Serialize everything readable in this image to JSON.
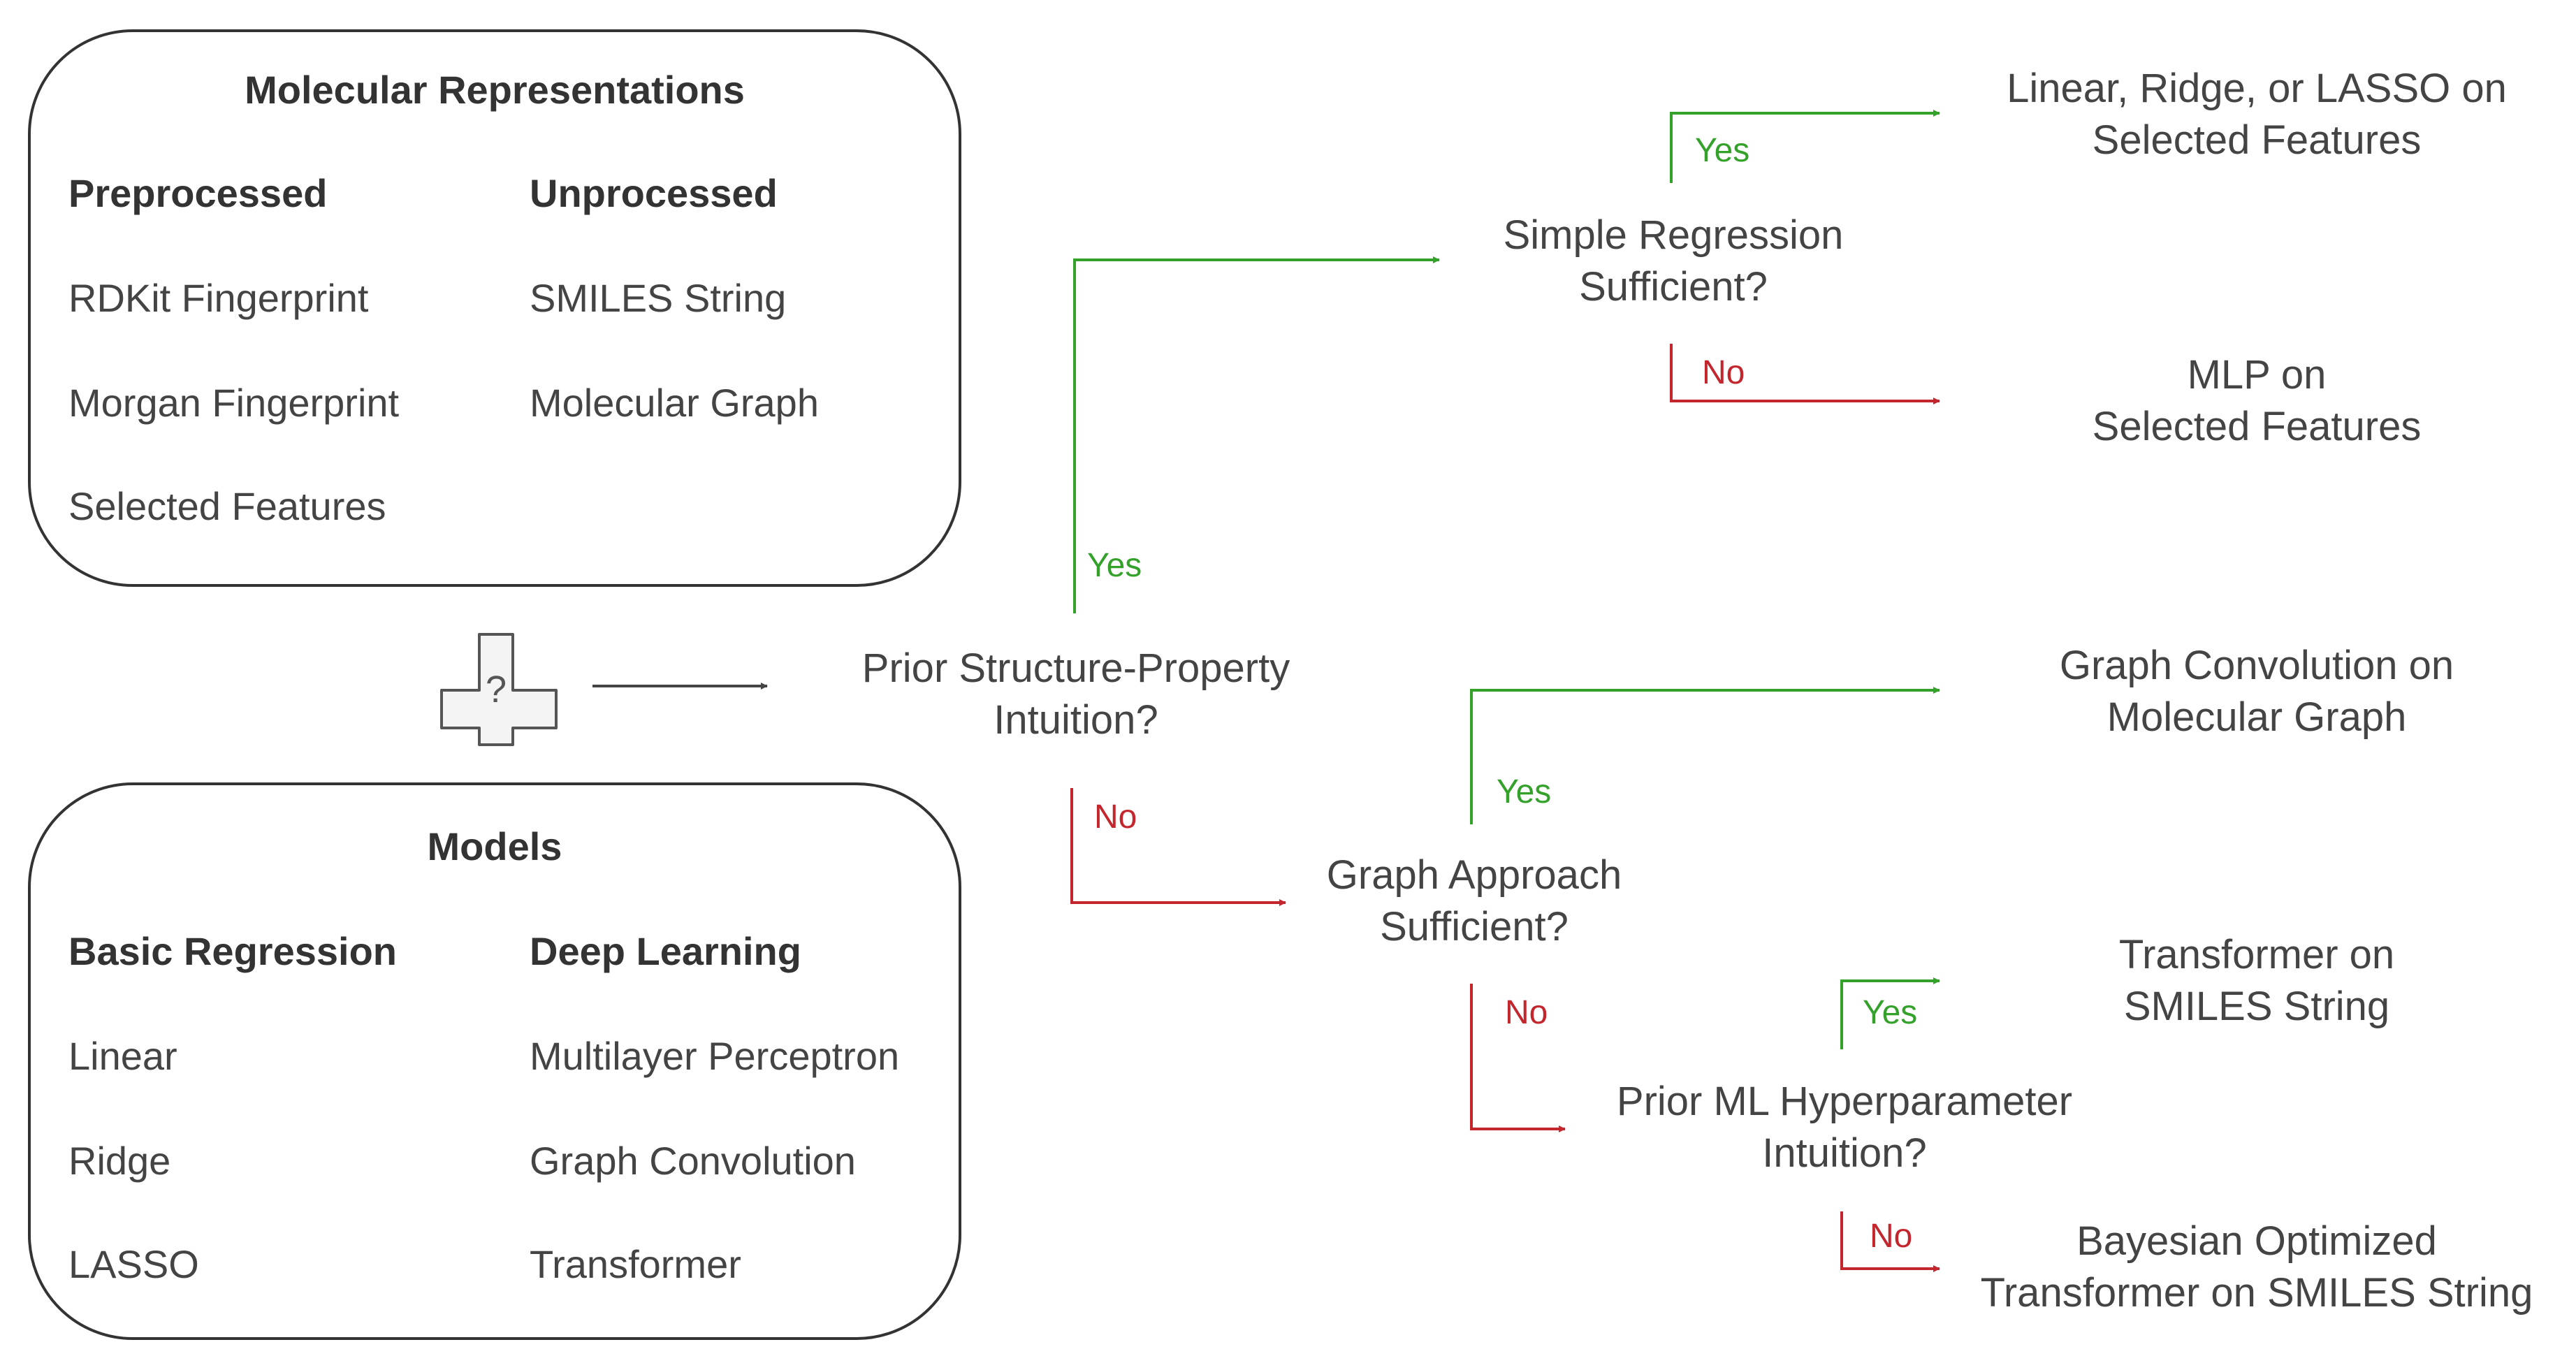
{
  "representations": {
    "title": "Molecular Representations",
    "preprocessed": {
      "heading": "Preprocessed",
      "items": [
        "RDKit Fingerprint",
        "Morgan Fingerprint",
        "Selected Features"
      ]
    },
    "unprocessed": {
      "heading": "Unprocessed",
      "items": [
        "SMILES String",
        "Molecular Graph"
      ]
    }
  },
  "models": {
    "title": "Models",
    "basic": {
      "heading": "Basic Regression",
      "items": [
        "Linear",
        "Ridge",
        "LASSO"
      ]
    },
    "deep": {
      "heading": "Deep Learning",
      "items": [
        "Multilayer Perceptron",
        "Graph Convolution",
        "Transformer"
      ]
    }
  },
  "combine_symbol": "?",
  "decisions": {
    "prior_structure": [
      "Prior Structure-Property",
      "Intuition?"
    ],
    "simple_regression": [
      "Simple Regression",
      "Sufficient?"
    ],
    "graph_approach": [
      "Graph Approach",
      "Sufficient?"
    ],
    "prior_ml": [
      "Prior ML Hyperparameter",
      "Intuition?"
    ]
  },
  "outcomes": {
    "linear": [
      "Linear, Ridge, or LASSO on",
      "Selected Features"
    ],
    "mlp": [
      "MLP on",
      "Selected Features"
    ],
    "graph_conv": [
      "Graph Convolution on",
      "Molecular Graph"
    ],
    "transformer": [
      "Transformer on",
      "SMILES String"
    ],
    "bayesian": [
      "Bayesian Optimized",
      "Transformer on SMILES String"
    ]
  },
  "edge_labels": {
    "yes": "Yes",
    "no": "No"
  },
  "colors": {
    "yes": "#34a12a",
    "no": "#c4262e",
    "neutral": "#444444"
  }
}
